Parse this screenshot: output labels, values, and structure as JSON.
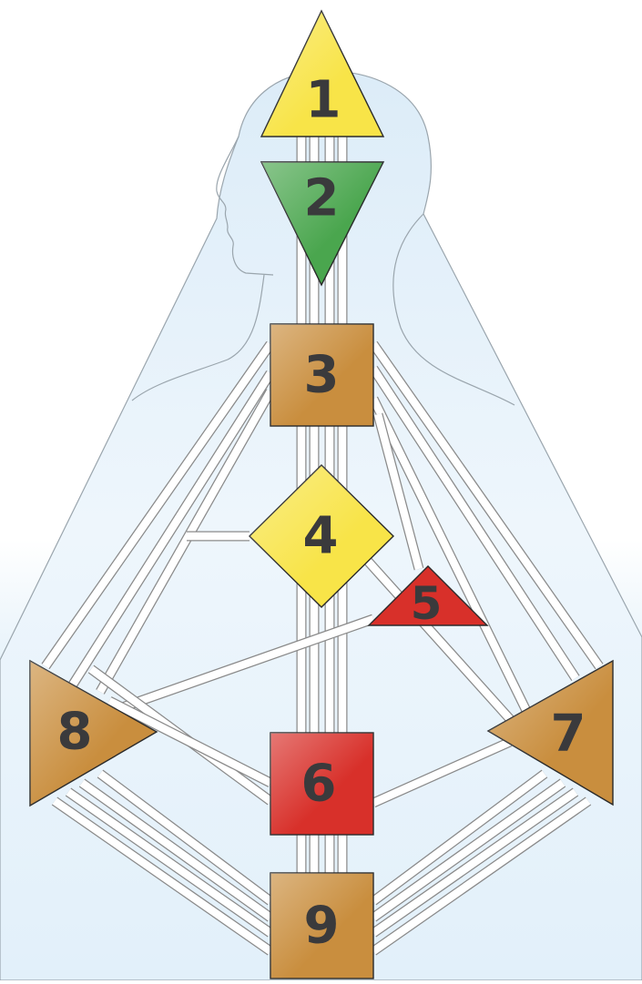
{
  "diagram": {
    "centers": [
      {
        "id": "1",
        "label": "1",
        "shape": "triangle-up",
        "color": "#f8e448"
      },
      {
        "id": "2",
        "label": "2",
        "shape": "triangle-down",
        "color": "#4aa64e"
      },
      {
        "id": "3",
        "label": "3",
        "shape": "square",
        "color": "#c98e3e"
      },
      {
        "id": "4",
        "label": "4",
        "shape": "diamond",
        "color": "#f8e448"
      },
      {
        "id": "5",
        "label": "5",
        "shape": "triangle-up",
        "color": "#d8302a"
      },
      {
        "id": "6",
        "label": "6",
        "shape": "square",
        "color": "#d8302a"
      },
      {
        "id": "7",
        "label": "7",
        "shape": "triangle-left",
        "color": "#c98e3e"
      },
      {
        "id": "8",
        "label": "8",
        "shape": "triangle-right",
        "color": "#c98e3e"
      },
      {
        "id": "9",
        "label": "9",
        "shape": "square",
        "color": "#c98e3e"
      }
    ],
    "colors": {
      "background_top": "#ffffff",
      "background_bottom": "#dcedf8",
      "body": "#e3f0fa",
      "outline": "#9aa5ad"
    }
  }
}
